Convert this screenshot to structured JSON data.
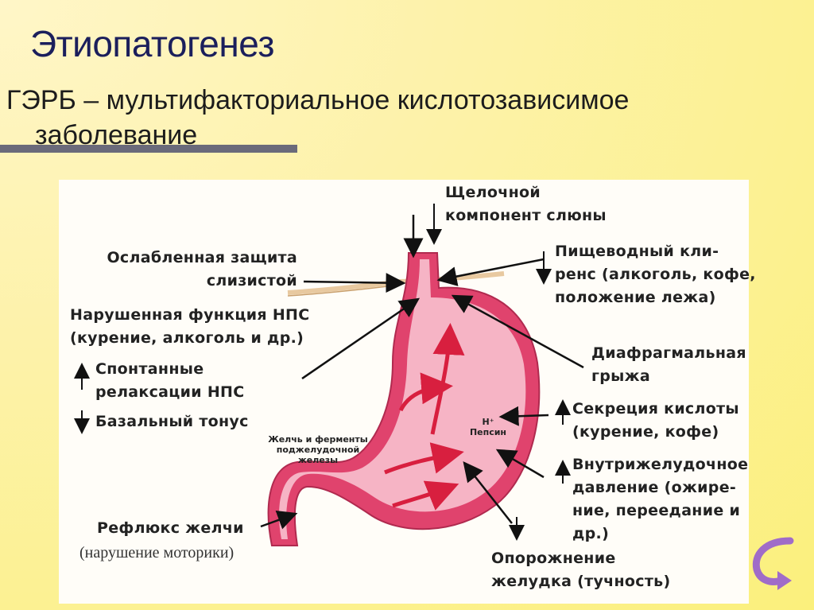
{
  "slide": {
    "title": "Этиопатогенез",
    "subtitle_line1": "ГЭРБ – мультифакториальное кислотозависимое",
    "subtitle_line2": "заболевание",
    "note": "(нарушение моторики)",
    "colors": {
      "title": "#1b1f5c",
      "stomach_fill": "#f6b4c5",
      "stomach_wall": "#e0436d",
      "background": "#fdf2a9"
    }
  },
  "diagram": {
    "labels": {
      "saliva_1": "Щелочной",
      "saliva_2": "компонент слюны",
      "mucosa_1": "Ослабленная защита",
      "mucosa_2": "слизистой",
      "les_1": "Нарушенная функция НПС",
      "les_2": "(курение, алкоголь и др.)",
      "relax_1": "Спонтанные",
      "relax_2": "релаксации НПС",
      "basal": "Базальный тонус",
      "clearance_1": "Пищеводный кли-",
      "clearance_2": "ренс (алкоголь, кофе,",
      "clearance_3": "положение лежа)",
      "hernia_1": "Диафрагмальная",
      "hernia_2": "грыжа",
      "acid_1": "Секреция кислоты",
      "acid_2": "(курение, кофе)",
      "pressure_1": "Внутрижелудочное",
      "pressure_2": "давление (ожире-",
      "pressure_3": "ние, переедание и",
      "pressure_4": "др.)",
      "bile_reflux": "Рефлюкс желчи",
      "emptying_1": "Опорожнение",
      "emptying_2": "желудка (тучность)",
      "bile_enz_1": "Желчь и ферменты",
      "bile_enz_2": "поджелудочной",
      "bile_enz_3": "железы",
      "hplus": "H⁺",
      "pepsin": "Пепсин"
    },
    "icons": {
      "nav": "curved-arrow-icon"
    }
  }
}
